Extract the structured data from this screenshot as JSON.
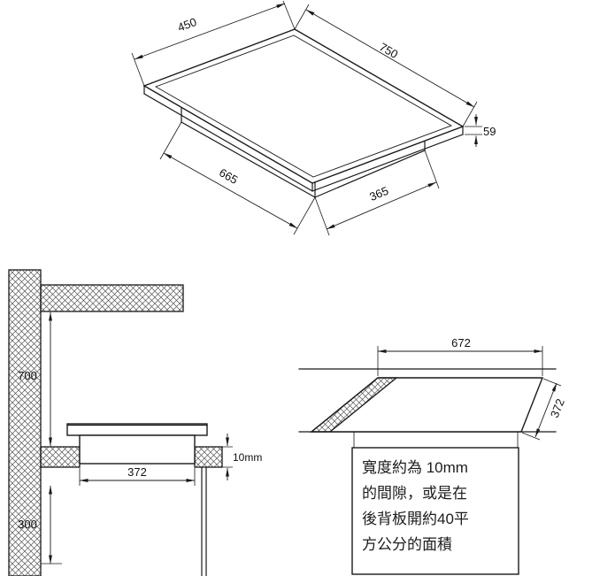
{
  "iso_view": {
    "dim_top_width": "450",
    "dim_top_length": "750",
    "dim_thickness": "59",
    "dim_body_length": "665",
    "dim_body_width": "365"
  },
  "side_view": {
    "dim_upper_clearance": "700",
    "dim_cutout_width": "372",
    "dim_gap": "10mm",
    "dim_lower_clearance": "300"
  },
  "cutout_view": {
    "dim_cutout_length": "672",
    "dim_cutout_depth": "372",
    "note_lines": [
      "寬度約為 10mm",
      "的間隙，或是在",
      "後背板開約40平",
      "方公分的面積"
    ]
  }
}
